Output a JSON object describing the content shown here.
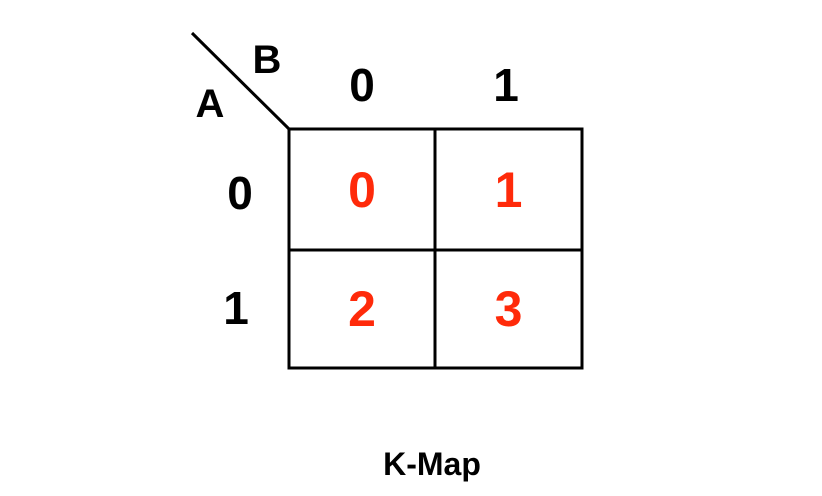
{
  "kmap": {
    "row_variable": "A",
    "col_variable": "B",
    "col_headers": [
      "0",
      "1"
    ],
    "row_headers": [
      "0",
      "1"
    ],
    "cells": [
      [
        "0",
        "1"
      ],
      [
        "2",
        "3"
      ]
    ],
    "caption": "K-Map"
  },
  "colors": {
    "cell_text": "#ff2a0a",
    "grid_lines": "#000000",
    "header_text": "#000000"
  }
}
